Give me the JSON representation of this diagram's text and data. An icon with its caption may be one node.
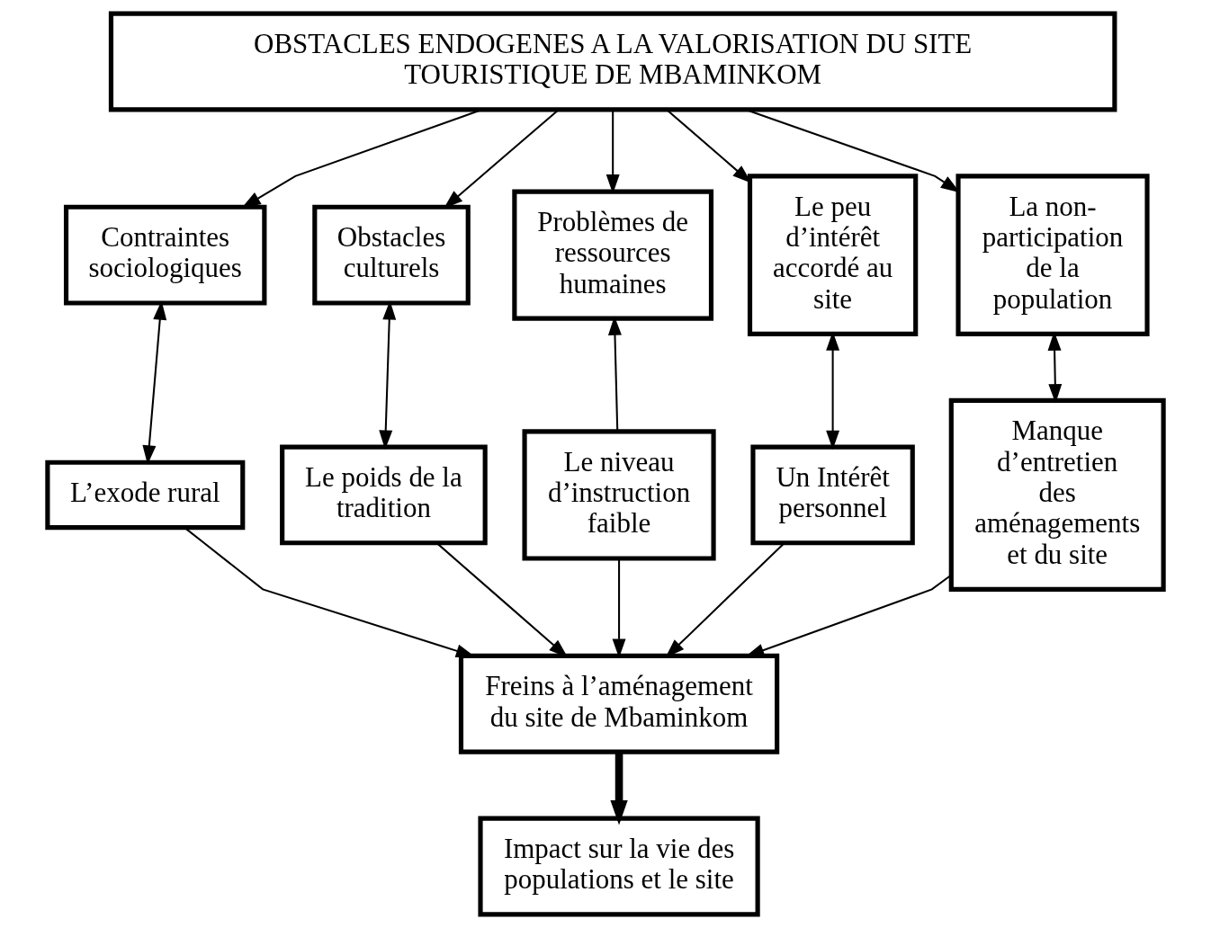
{
  "diagram": {
    "nodes": [
      {
        "text": [
          "OBSTACLES ENDOGENES A LA VALORISATION DU SITE TOURISTIQUE DE MBAMINKOM"
        ]
      },
      {
        "text": [
          "Contraintes sociologiques"
        ]
      },
      {
        "text": [
          "Obstacles culturels"
        ]
      },
      {
        "text": [
          "Problèmes de ressources humaines"
        ]
      },
      {
        "text": [
          "Le peu d’intérêt accordé au site"
        ]
      },
      {
        "text": [
          "La non-participation de la population"
        ]
      },
      {
        "text": [
          "L’exode rural"
        ]
      },
      {
        "text": [
          "Le poids de la tradition"
        ]
      },
      {
        "text": [
          "Le niveau d’instruction faible"
        ]
      },
      {
        "text": [
          "Un Intérêt personnel"
        ]
      },
      {
        "text": [
          "Manque d’entretien des aménagements et du site"
        ]
      },
      {
        "text": [
          "Freins à l’aménagement du site de Mbaminkom"
        ]
      },
      {
        "text": [
          "Impact sur la vie des populations et le site"
        ]
      }
    ],
    "edges": [
      {
        "from": 0,
        "to": 1,
        "arrow": "to"
      },
      {
        "from": 0,
        "to": 2,
        "arrow": "to"
      },
      {
        "from": 0,
        "to": 3,
        "arrow": "to"
      },
      {
        "from": 0,
        "to": 4,
        "arrow": "to"
      },
      {
        "from": 0,
        "to": 5,
        "arrow": "to"
      },
      {
        "from": 1,
        "to": 6,
        "arrow": "both"
      },
      {
        "from": 2,
        "to": 7,
        "arrow": "both"
      },
      {
        "from": 8,
        "to": 3,
        "arrow": "to"
      },
      {
        "from": 4,
        "to": 9,
        "arrow": "both"
      },
      {
        "from": 5,
        "to": 10,
        "arrow": "both"
      },
      {
        "from": 6,
        "to": 11,
        "arrow": "to"
      },
      {
        "from": 7,
        "to": 11,
        "arrow": "to"
      },
      {
        "from": 8,
        "to": 11,
        "arrow": "to"
      },
      {
        "from": 9,
        "to": 11,
        "arrow": "to"
      },
      {
        "from": 10,
        "to": 11,
        "arrow": "to"
      },
      {
        "from": 11,
        "to": 12,
        "arrow": "to",
        "style": "thick"
      }
    ]
  }
}
